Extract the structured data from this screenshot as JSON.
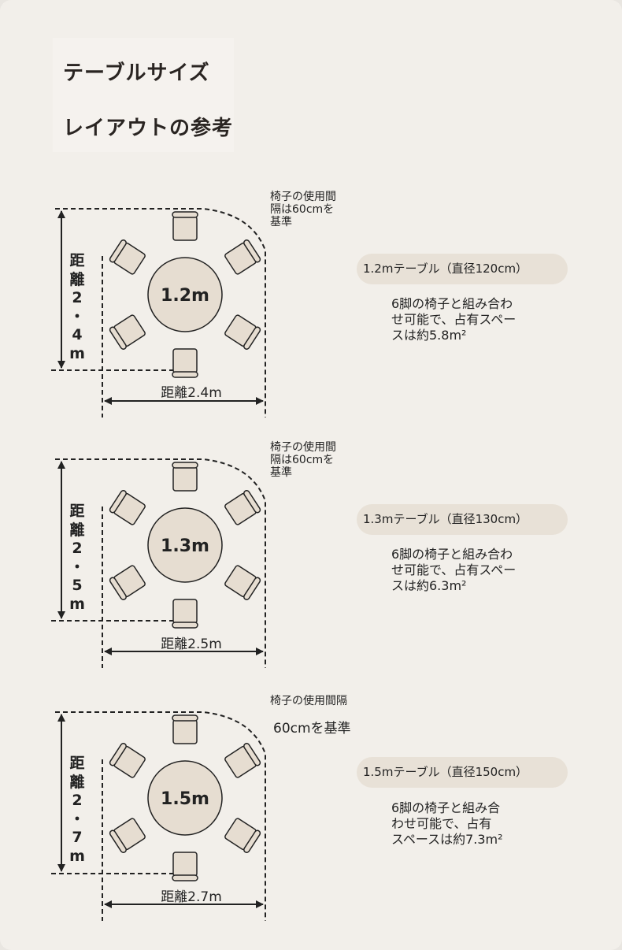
{
  "header": {
    "title_line1": "テーブルサイズ",
    "title_line2": "レイアウトの参考"
  },
  "layouts": [
    {
      "table_label": "1.2m",
      "vertical_distance_chars": [
        "距",
        "離",
        "2",
        "・",
        "4",
        "m"
      ],
      "horizontal_distance": "距離2.4m",
      "note_lines": [
        "椅子の使用間",
        "隔は60cmを",
        "基準"
      ],
      "pill": "1.2mテーブル（直径120cm）",
      "desc_lines": [
        "6脚の椅子と組み合わ",
        "せ可能で、占有スペー",
        "スは約5.8m²"
      ]
    },
    {
      "table_label": "1.3m",
      "vertical_distance_chars": [
        "距",
        "離",
        "2",
        "・",
        "5",
        "m"
      ],
      "horizontal_distance": "距離2.5m",
      "note_lines": [
        "椅子の使用間",
        "隔は60cmを",
        "基準"
      ],
      "pill": "1.3mテーブル（直径130cm）",
      "desc_lines": [
        "6脚の椅子と組み合わ",
        "せ可能で、占有スペー",
        "スは約6.3m²"
      ]
    },
    {
      "table_label": "1.5m",
      "vertical_distance_chars": [
        "距",
        "離",
        "2",
        "・",
        "7",
        "m"
      ],
      "horizontal_distance": "距離2.7m",
      "note_lines": [
        "椅子の使用間隔",
        "60cmを基準"
      ],
      "pill": "1.5mテーブル（直径150cm）",
      "desc_lines": [
        "6脚の椅子と組み合",
        "わせ可能で、占有",
        "スペースは約7.3m²"
      ]
    }
  ],
  "colors": {
    "background": "#f2efea",
    "pill": "#e8e1d7",
    "furniture": "#e6ddd1",
    "stroke": "#222222"
  }
}
